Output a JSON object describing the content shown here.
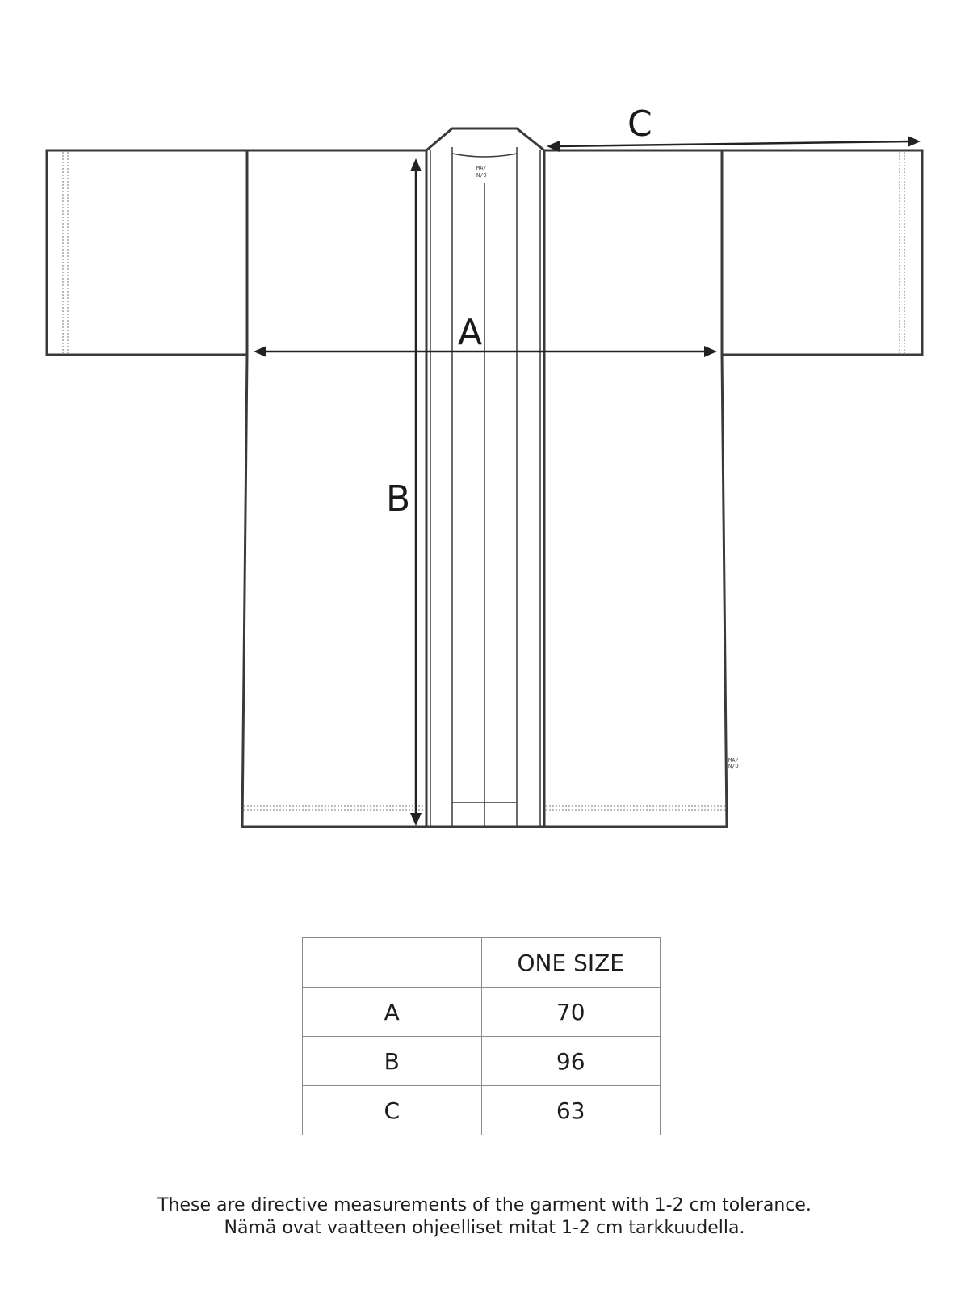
{
  "diagram": {
    "labels": {
      "a": "A",
      "b": "B",
      "c": "C"
    },
    "brand_tag": {
      "line1": "MA/",
      "line2": "N/O"
    }
  },
  "size_table": {
    "header": [
      "",
      "ONE SIZE"
    ],
    "rows": [
      {
        "label": "A",
        "value": "70"
      },
      {
        "label": "B",
        "value": "96"
      },
      {
        "label": "C",
        "value": "63"
      }
    ]
  },
  "note": {
    "line1": "These are directive measurements of the garment with 1-2 cm tolerance.",
    "line2": "Nämä ovat vaatteen ohjeelliset mitat 1-2 cm tarkkuudella."
  }
}
